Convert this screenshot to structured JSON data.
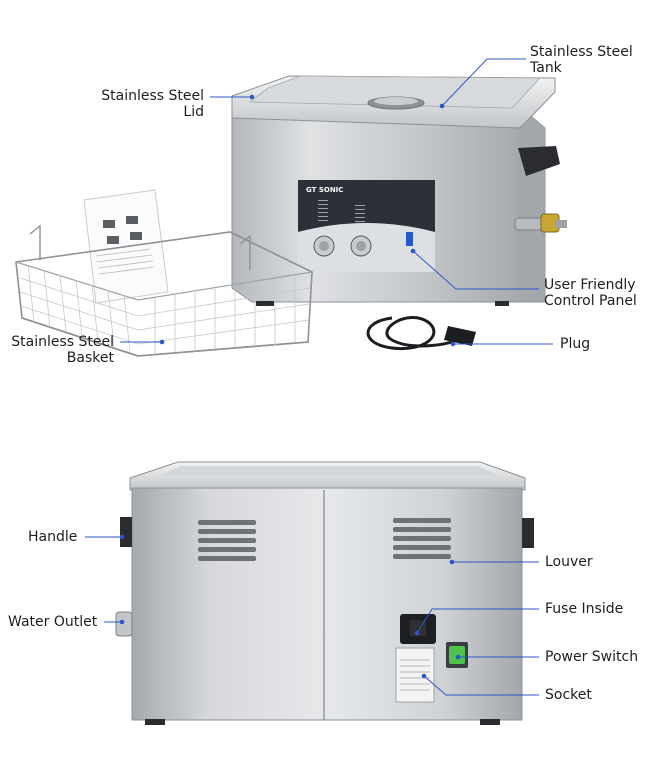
{
  "callouts": {
    "lid": [
      "Stainless Steel",
      "Lid"
    ],
    "tank": [
      "Stainless Steel",
      "Tank"
    ],
    "control_panel": [
      "User Friendly",
      "Control Panel"
    ],
    "basket": [
      "Stainless Steel",
      "Basket"
    ],
    "plug": "Plug",
    "handle": "Handle",
    "louver": "Louver",
    "water_outlet": "Water Outlet",
    "fuse": "Fuse Inside",
    "power_switch": "Power Switch",
    "socket": "Socket"
  },
  "colors": {
    "leader_line": "#2f56c8",
    "switch_green": "#4ec24a",
    "panel_dark": "#2c3038",
    "steel_light": "#e4e6e8",
    "steel_mid": "#b9bcbf",
    "steel_dark": "#8b8f94"
  }
}
